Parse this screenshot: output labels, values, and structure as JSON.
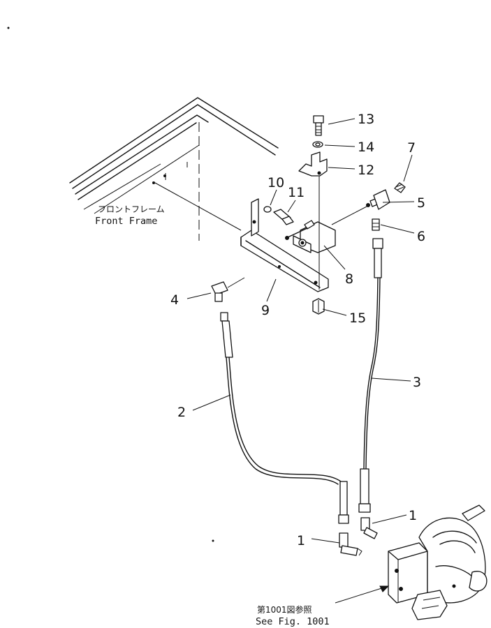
{
  "callouts": [
    {
      "id": "13",
      "label": "13"
    },
    {
      "id": "14",
      "label": "14"
    },
    {
      "id": "12",
      "label": "12"
    },
    {
      "id": "7",
      "label": "7"
    },
    {
      "id": "10",
      "label": "10"
    },
    {
      "id": "11",
      "label": "11"
    },
    {
      "id": "5",
      "label": "5"
    },
    {
      "id": "6",
      "label": "6"
    },
    {
      "id": "8",
      "label": "8"
    },
    {
      "id": "9",
      "label": "9"
    },
    {
      "id": "4",
      "label": "4"
    },
    {
      "id": "15",
      "label": "15"
    },
    {
      "id": "3",
      "label": "3"
    },
    {
      "id": "2",
      "label": "2"
    },
    {
      "id": "1a",
      "label": "1"
    },
    {
      "id": "1b",
      "label": "1"
    }
  ],
  "front_frame": {
    "jp": "フロントフレーム",
    "en": "Front  Frame"
  },
  "see_fig": {
    "jp": "第1001図参照",
    "en": "See  Fig. 1001"
  }
}
